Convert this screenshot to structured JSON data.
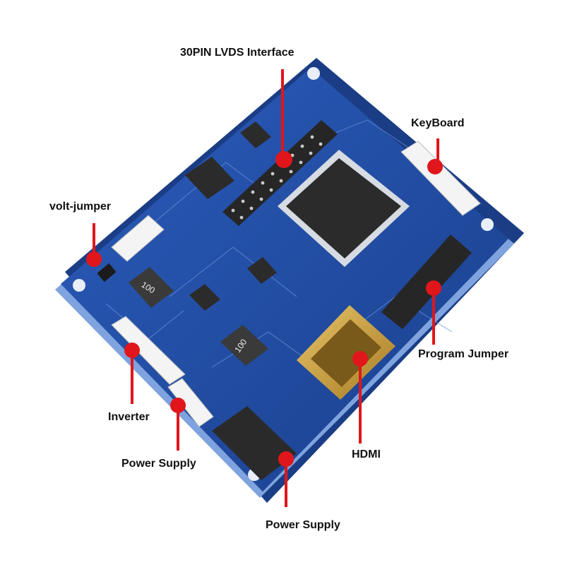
{
  "labels": {
    "lvds": "30PIN LVDS Interface",
    "keyboard": "KeyBoard",
    "volt_jumper": "volt-jumper",
    "program_jumper": "Program Jumper",
    "inverter": "Inverter",
    "power_supply_left": "Power Supply",
    "hdmi": "HDMI",
    "power_supply_bottom": "Power Supply"
  },
  "board": {
    "inductor_marking_1": "100",
    "inductor_marking_2": "100"
  },
  "colors": {
    "pcb": "#1f4fa8",
    "pcb_edge": "#a9c2ea",
    "marker": "#e0161b",
    "chip": "#2b2b2b",
    "hdmi_gold": "#c89a3c"
  }
}
